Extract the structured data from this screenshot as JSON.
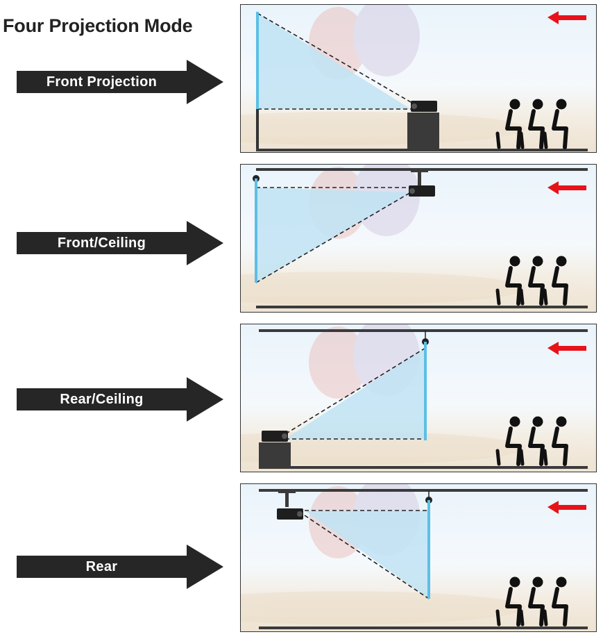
{
  "title": "Four Projection Mode",
  "modes": [
    {
      "label": "Front Projection"
    },
    {
      "label": "Front/Ceiling"
    },
    {
      "label": "Rear/Ceiling"
    },
    {
      "label": "Rear"
    }
  ],
  "colors": {
    "arrow_fill": "#262626",
    "screen_blue": "#5bbfe6",
    "indicator_red": "#e8121a",
    "light_beam": "#bfe3f3",
    "furniture": "#3a3a3a"
  },
  "icons": {
    "direction": "red-left-arrow-icon",
    "projector": "projector-icon",
    "audience": "seated-person-icon"
  }
}
